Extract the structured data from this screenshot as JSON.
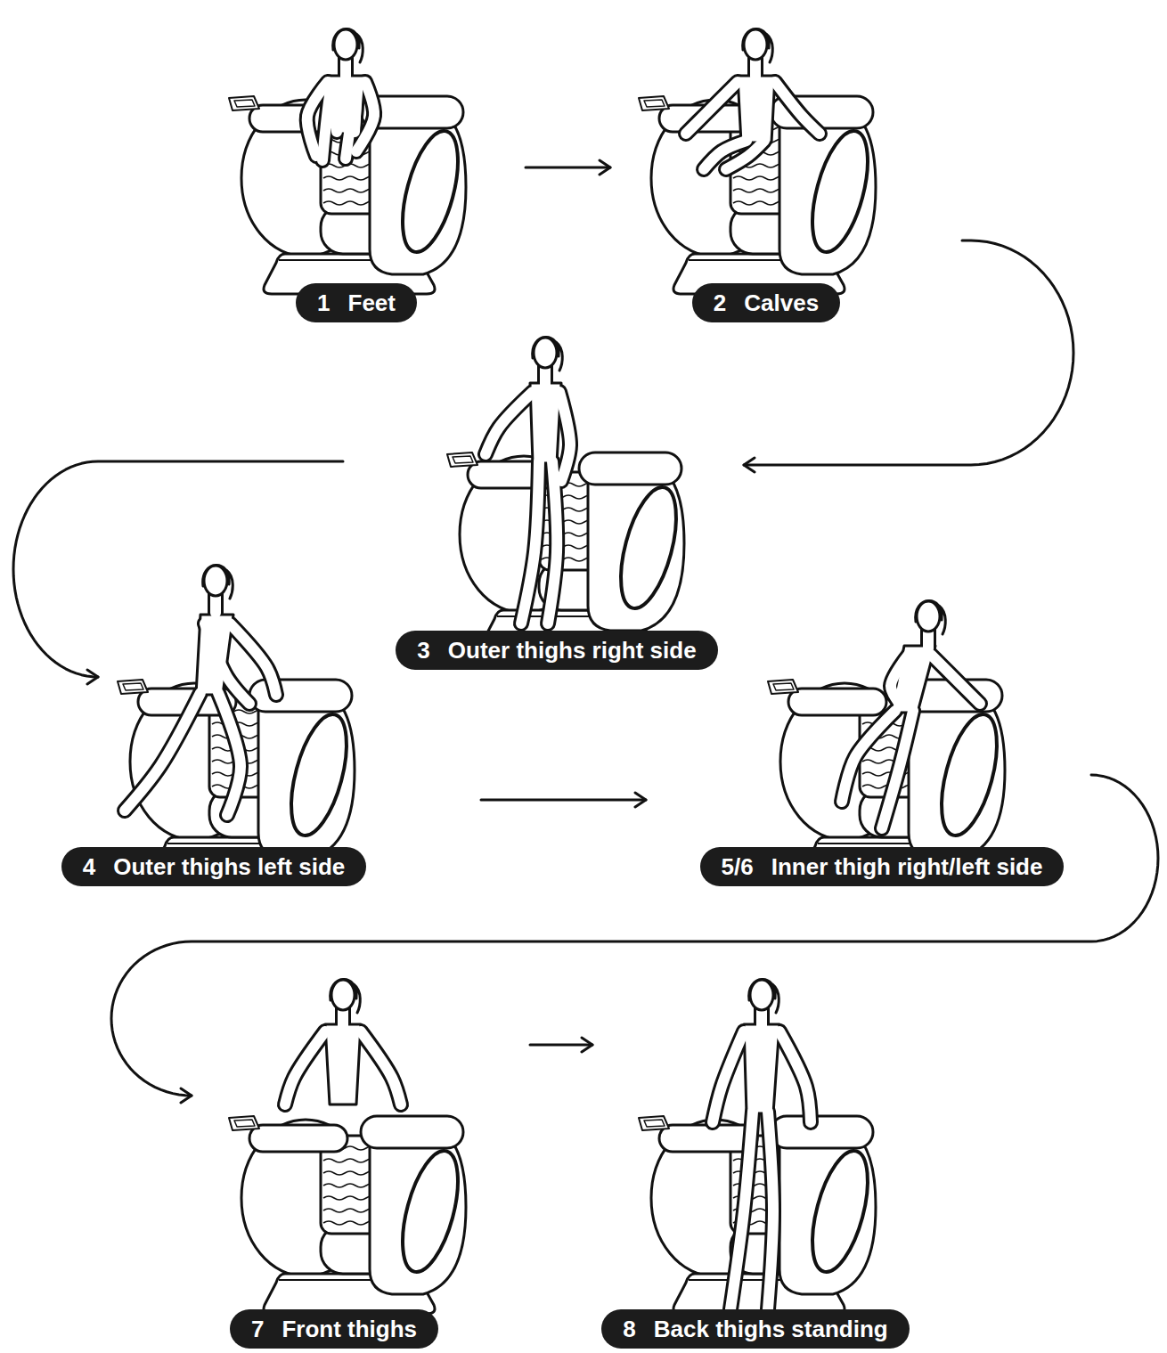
{
  "diagram": {
    "nodes": [
      {
        "text": [
          "1",
          "Feet"
        ]
      },
      {
        "text": [
          "2",
          "Calves"
        ]
      },
      {
        "text": [
          "3",
          "Outer thighs right side"
        ]
      },
      {
        "text": [
          "4",
          "Outer thighs left side"
        ]
      },
      {
        "text": [
          "5/6",
          "Inner thigh right/left side"
        ]
      },
      {
        "text": [
          "7",
          "Front thighs"
        ]
      },
      {
        "text": [
          "8",
          "Back thighs standing"
        ]
      }
    ],
    "edges": [
      {
        "from": 0,
        "to": 1,
        "arrow": "to"
      },
      {
        "from": 1,
        "to": 2,
        "arrow": "to"
      },
      {
        "from": 2,
        "to": 3,
        "arrow": "to"
      },
      {
        "from": 3,
        "to": 4,
        "arrow": "to"
      },
      {
        "from": 4,
        "to": 5,
        "arrow": "to"
      },
      {
        "from": 5,
        "to": 6,
        "arrow": "to"
      }
    ]
  }
}
